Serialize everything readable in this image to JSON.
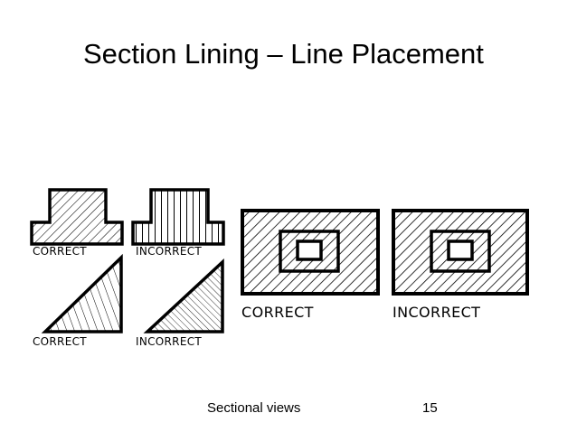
{
  "slide": {
    "title": "Section Lining – Line Placement",
    "footer_text": "Sectional views",
    "page_number": "15"
  },
  "figures": {
    "t_correct_label": "CORRECT",
    "t_incorrect_label": "INCORRECT",
    "tri_correct_label": "CORRECT",
    "tri_incorrect_label": "INCORRECT",
    "rect_correct_label": "CORRECT",
    "rect_incorrect_label": "INCORRECT"
  }
}
